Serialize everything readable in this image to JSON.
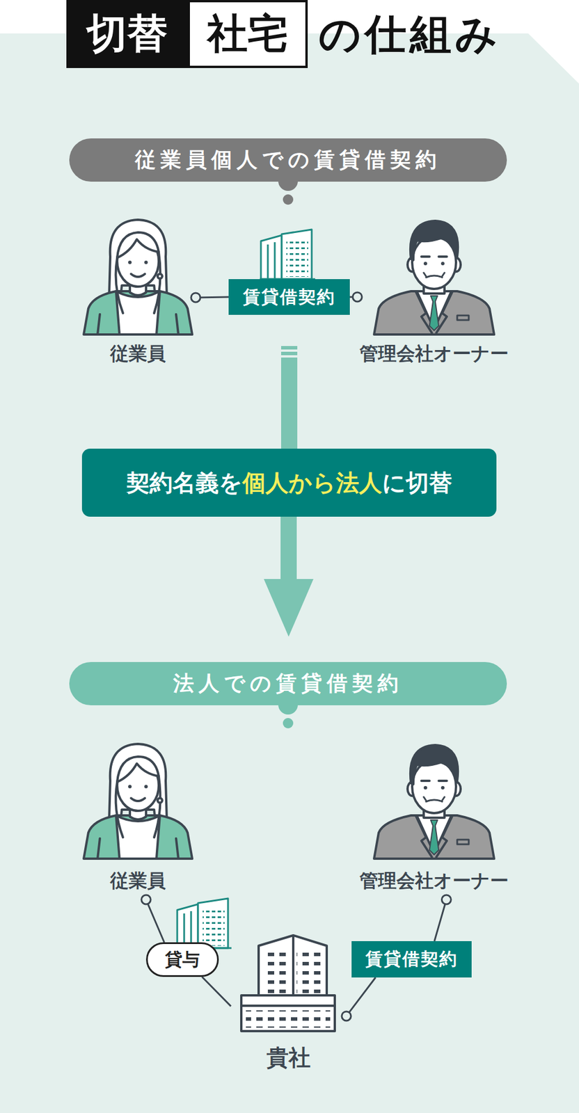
{
  "diagram": {
    "nodes": [
      {
        "text": [
          "切替"
        ]
      },
      {
        "text": [
          "社宅"
        ]
      },
      {
        "text": [
          "従業員個人での賃貸借契約"
        ]
      },
      {
        "text": [
          "従業員"
        ]
      },
      {
        "text": [
          "賃貸借契約"
        ]
      },
      {
        "text": [
          "管理会社オーナー"
        ]
      },
      {
        "text": [
          "契約名義を",
          "個人から法人",
          "に切替"
        ]
      },
      {
        "text": [
          "法人での賃貸借契約"
        ]
      },
      {
        "text": [
          "従業員"
        ]
      },
      {
        "text": [
          "管理会社オーナー"
        ]
      },
      {
        "text": [
          "貸与"
        ]
      },
      {
        "text": [
          "賃貸借契約"
        ]
      },
      {
        "text": [
          "貴社"
        ]
      }
    ],
    "edges": [
      {
        "from": 3,
        "to": 4,
        "arrow": "none"
      },
      {
        "from": 4,
        "to": 5,
        "arrow": "none"
      },
      {
        "from": 4,
        "to": 6,
        "arrow": "none"
      },
      {
        "from": 6,
        "to": 7,
        "arrow": "to"
      },
      {
        "from": 8,
        "to": 10,
        "arrow": "none"
      },
      {
        "from": 10,
        "to": 12,
        "arrow": "none"
      },
      {
        "from": 9,
        "to": 11,
        "arrow": "none"
      },
      {
        "from": 11,
        "to": 12,
        "arrow": "none"
      }
    ],
    "labels": [
      "の仕組み"
    ]
  }
}
